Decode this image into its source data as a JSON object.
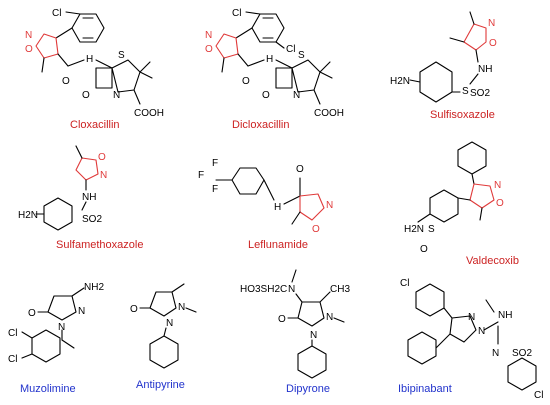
{
  "colors": {
    "red_label": "#cc2222",
    "blue_label": "#2233cc",
    "ring_red": "#e03a3a",
    "bond": "#000000"
  },
  "atoms": {
    "cl": "Cl",
    "n": "N",
    "o": "O",
    "nh": "NH",
    "h": "H",
    "h2n": "H2N",
    "s": "S",
    "so2": "SO2",
    "cooh": "COOH",
    "f": "F",
    "nh2": "NH2",
    "ch3": "CH3",
    "so3h_ch2": "HO3SH2C",
    "ch": "CH3"
  },
  "compounds": [
    {
      "name": "Cloxacillin",
      "color": "red"
    },
    {
      "name": "Dicloxacillin",
      "color": "red"
    },
    {
      "name": "Sulfisoxazole",
      "color": "red"
    },
    {
      "name": "Sulfamethoxazole",
      "color": "red"
    },
    {
      "name": "Leflunamide",
      "color": "red"
    },
    {
      "name": "Valdecoxib",
      "color": "red"
    },
    {
      "name": "Muzolimine",
      "color": "blue"
    },
    {
      "name": "Antipyrine",
      "color": "blue"
    },
    {
      "name": "Dipyrone",
      "color": "blue"
    },
    {
      "name": "Ibipinabant",
      "color": "blue"
    }
  ]
}
